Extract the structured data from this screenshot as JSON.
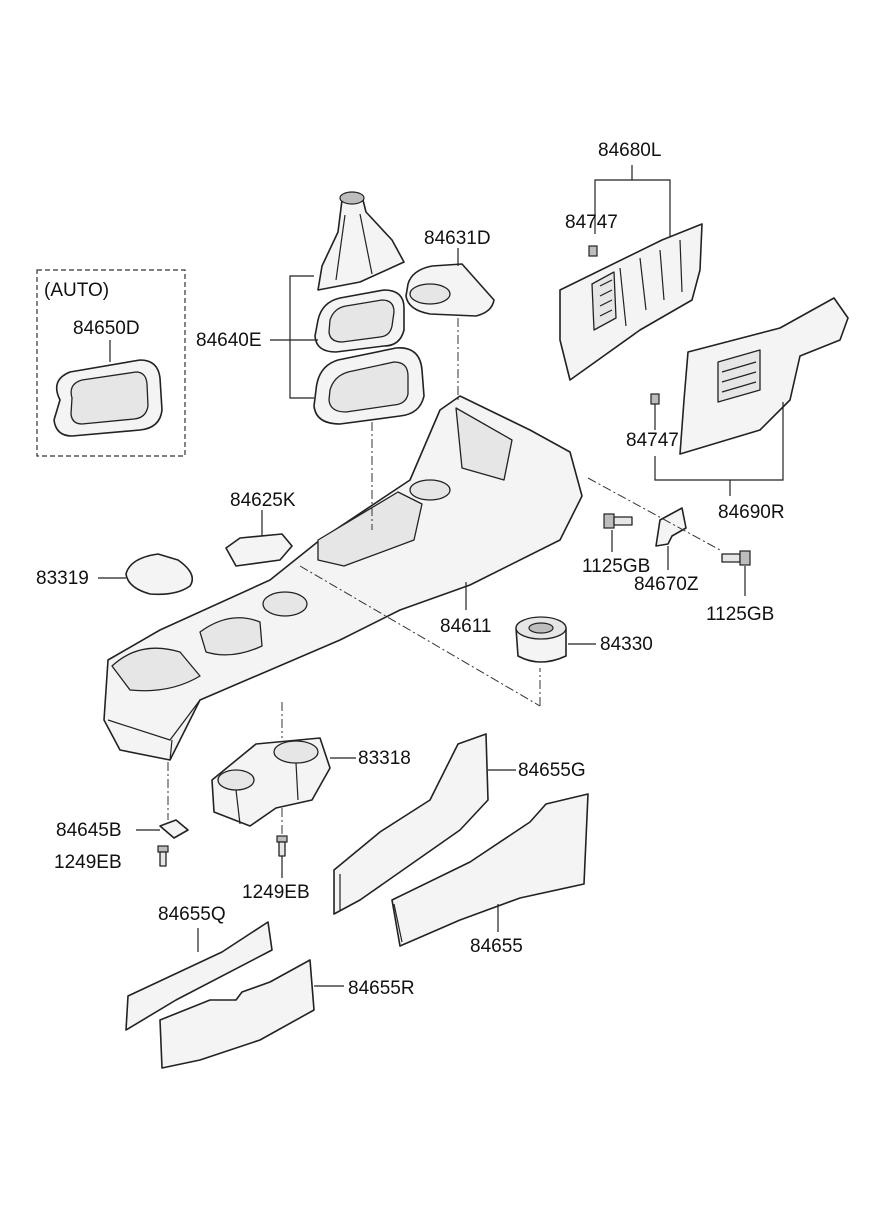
{
  "option_box": {
    "title": "(AUTO)",
    "part": "84650D"
  },
  "labels": {
    "p84680L": "84680L",
    "p84747_top": "84747",
    "p84631D": "84631D",
    "p84640E": "84640E",
    "p84747_mid": "84747",
    "p84625K": "84625K",
    "p84690R": "84690R",
    "p1125GB_left": "1125GB",
    "p84670Z": "84670Z",
    "p1125GB_right": "1125GB",
    "p83319": "83319",
    "p84611": "84611",
    "p84330": "84330",
    "p83318": "83318",
    "p84655G": "84655G",
    "p84645B": "84645B",
    "p1249EB_left": "1249EB",
    "p1249EB_right": "1249EB",
    "p84655Q": "84655Q",
    "p84655": "84655",
    "p84655R": "84655R"
  }
}
